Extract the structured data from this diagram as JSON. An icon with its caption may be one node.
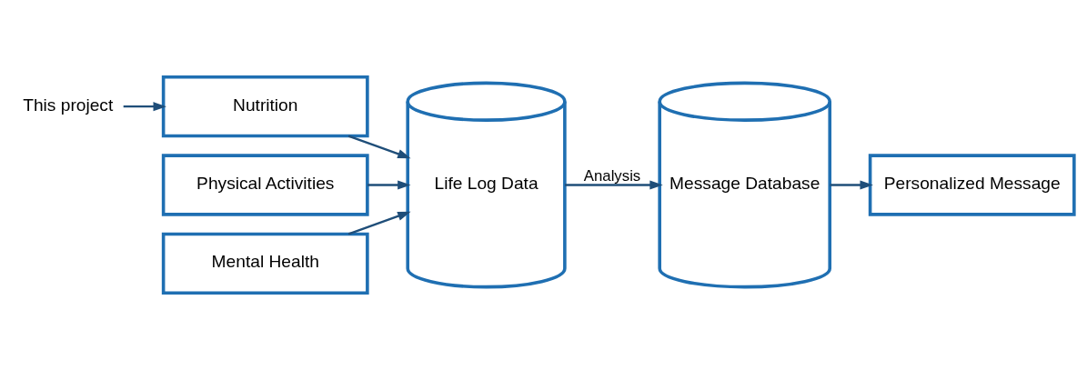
{
  "diagram": {
    "nodes": [
      {
        "text": [
          "This project"
        ]
      },
      {
        "text": [
          "Nutrition"
        ]
      },
      {
        "text": [
          "Physical Activities"
        ]
      },
      {
        "text": [
          "Mental Health"
        ]
      },
      {
        "text": [
          "Life Log Data"
        ]
      },
      {
        "text": [
          "Message Database"
        ]
      },
      {
        "text": [
          "Personalized Message"
        ]
      }
    ],
    "edges": [
      {
        "from": 0,
        "to": 1,
        "arrow": "to"
      },
      {
        "from": 1,
        "to": 4,
        "arrow": "to"
      },
      {
        "from": 2,
        "to": 4,
        "arrow": "to"
      },
      {
        "from": 3,
        "to": 4,
        "arrow": "to"
      },
      {
        "from": 4,
        "to": 5,
        "arrow": "to",
        "label": "Analysis"
      },
      {
        "from": 5,
        "to": 6,
        "arrow": "to"
      }
    ]
  }
}
